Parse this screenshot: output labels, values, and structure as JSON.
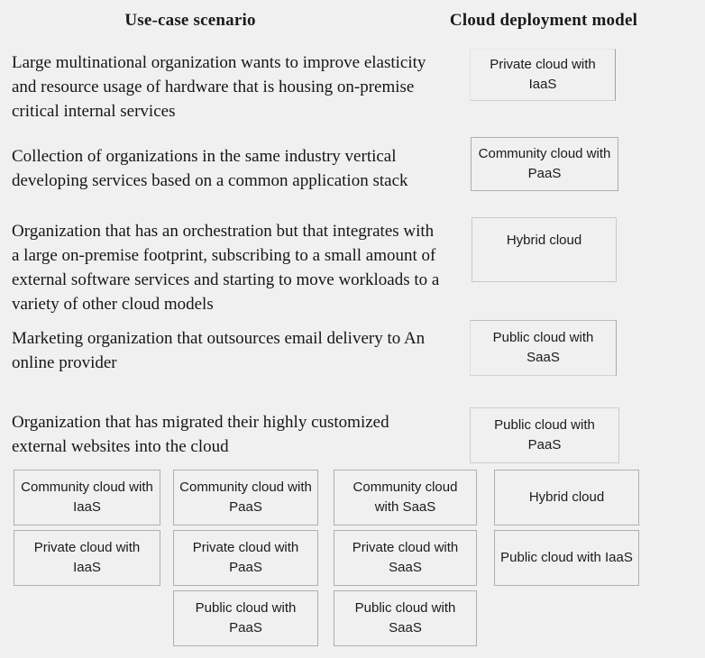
{
  "page": {
    "background_color": "#f0f0f0",
    "box_fill_color": "#f0f0f0",
    "box_border_color": "#b4b4b4",
    "text_color": "#1a1a1a"
  },
  "headers": {
    "left": "Use-case scenario",
    "right": "Cloud deployment model"
  },
  "rows": [
    {
      "scenario": "Large multinational organization wants to improve elasticity and resource usage of hardware that is housing on-premise critical internal services",
      "answer": "Private cloud with IaaS"
    },
    {
      "scenario": "Collection of organizations in the same industry vertical developing services based on a common application stack",
      "answer": "Community cloud with PaaS"
    },
    {
      "scenario": "Organization that has an orchestration but that integrates with a large on-premise footprint, subscribing to a small amount of external software services and starting to move workloads to a variety of other cloud models",
      "answer": "Hybrid cloud"
    },
    {
      "scenario": "Marketing organization that outsources email delivery to An online provider",
      "answer": "Public cloud with SaaS"
    },
    {
      "scenario": "Organization that has migrated their highly customized external websites into the cloud",
      "answer": "Public cloud with PaaS"
    }
  ],
  "bank": {
    "row0": [
      "Community cloud with IaaS",
      "Community cloud with PaaS",
      "Community cloud with SaaS",
      "Hybrid cloud"
    ],
    "row1": [
      "Private cloud with IaaS",
      "Private cloud with PaaS",
      "Private cloud with SaaS",
      "Public cloud with IaaS"
    ],
    "row2": [
      "Public cloud with PaaS",
      "Public cloud with SaaS"
    ]
  }
}
